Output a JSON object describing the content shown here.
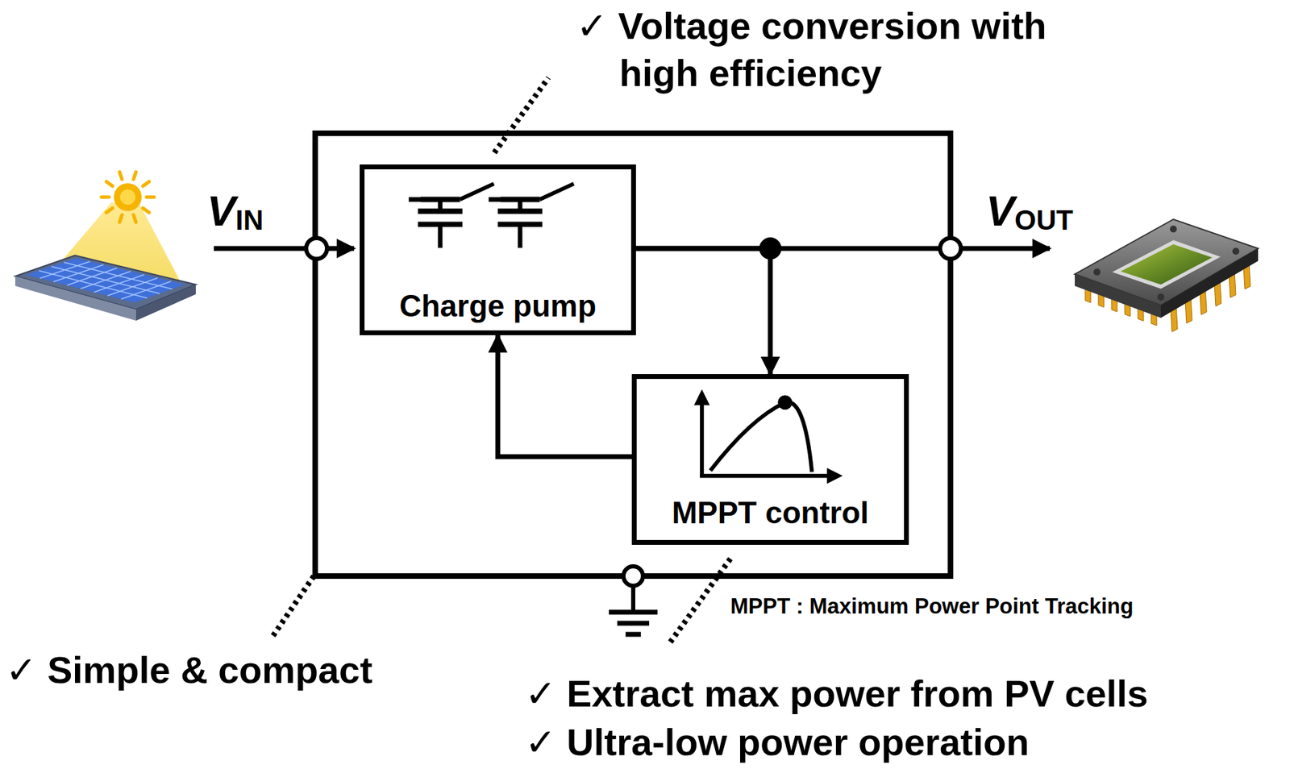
{
  "diagram": {
    "nodes": [
      {
        "text": [
          "Charge pump"
        ]
      },
      {
        "text": [
          "MPPT control"
        ]
      }
    ],
    "edges": [
      {
        "from": 0,
        "to": 1,
        "arrow": "to"
      },
      {
        "from": 1,
        "to": 0,
        "arrow": "to"
      }
    ],
    "labels": [
      "✓ Voltage conversion with high efficiency",
      "V",
      "IN",
      "V",
      "OUT",
      "✓ Simple & compact",
      "MPPT : Maximum Power Point Tracking",
      "✓ Extract max power from PV cells",
      "✓ Ultra-low power operation"
    ]
  }
}
